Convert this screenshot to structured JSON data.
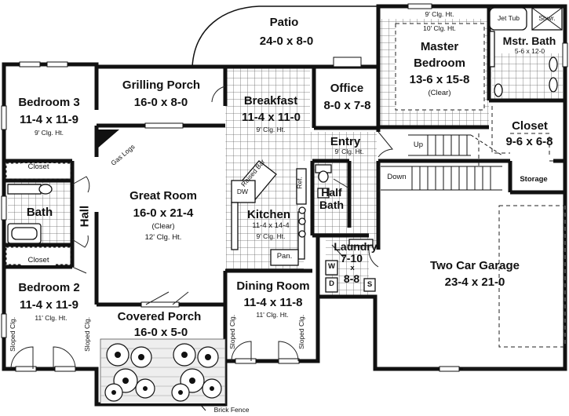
{
  "rooms": {
    "patio": {
      "name": "Patio",
      "size": "24-0 x 8-0"
    },
    "grilling_porch": {
      "name": "Grilling Porch",
      "size": "16-0 x 8-0"
    },
    "breakfast": {
      "name": "Breakfast",
      "size": "11-4 x 11-0",
      "ceiling": "9' Clg. Ht."
    },
    "office": {
      "name": "Office",
      "size": "8-0 x 7-8"
    },
    "master_bedroom": {
      "name": "Master",
      "name2": "Bedroom",
      "size": "13-6 x 15-8",
      "note": "(Clear)",
      "ceiling_top": "9' Clg. Ht.",
      "ceiling_inner": "10' Clg. Ht."
    },
    "master_bath": {
      "name": "Mstr. Bath",
      "size": "5-6 x 12-0",
      "jet_tub": "Jet Tub",
      "shower": "Shwr."
    },
    "closet_master": {
      "name": "Closet",
      "size": "9-6 x 6-8"
    },
    "bedroom3": {
      "name": "Bedroom 3",
      "size": "11-4 x 11-9",
      "ceiling": "9' Clg. Ht."
    },
    "closet_b3": {
      "name": "Closet"
    },
    "bath": {
      "name": "Bath"
    },
    "hall": {
      "name": "Hall"
    },
    "closet_b2": {
      "name": "Closet"
    },
    "bedroom2": {
      "name": "Bedroom 2",
      "size": "11-4 x 11-9",
      "ceiling": "11' Clg. Ht.",
      "sloped_left": "Sloped Clg.",
      "sloped_right": "Sloped Clg."
    },
    "great_room": {
      "name": "Great Room",
      "size": "16-0 x 21-4",
      "note": "(Clear)",
      "ceiling": "12' Clg. Ht.",
      "fireplace": "Gas Logs"
    },
    "raised_bar": {
      "name": "Raised Bar",
      "dw": "DW"
    },
    "kitchen": {
      "name": "Kitchen",
      "size": "11-4 x 14-4",
      "ceiling": "9' Clg. Ht.",
      "ref": "Ref.",
      "pantry": "Pan."
    },
    "entry": {
      "name": "Entry",
      "ceiling": "9' Clg. Ht."
    },
    "half_bath": {
      "name": "Half",
      "name2": "Bath"
    },
    "laundry": {
      "name": "Laundry",
      "size1": "7-10",
      "size2": "x",
      "size3": "8-8",
      "w": "W",
      "d": "D",
      "s": "S"
    },
    "dining_room": {
      "name": "Dining Room",
      "size": "11-4 x 11-8",
      "ceiling": "11' Clg. Ht.",
      "sloped_left": "Sloped Clg.",
      "sloped_right": "Sloped Clg."
    },
    "covered_porch": {
      "name": "Covered Porch",
      "size": "16-0 x 5-0"
    },
    "garage": {
      "name": "Two Car Garage",
      "size": "23-4 x 21-0"
    },
    "storage": {
      "name": "Storage"
    }
  },
  "stairs": {
    "up": "Up",
    "down": "Down"
  },
  "annotations": {
    "brick_fence": "Brick Fence"
  }
}
